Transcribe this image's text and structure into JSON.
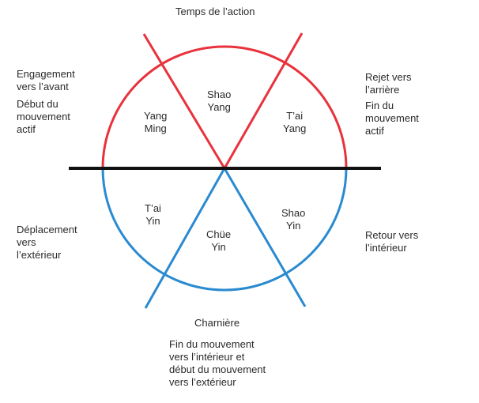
{
  "colors": {
    "yang": "#e8323c",
    "yin": "#2a8ad0",
    "axis": "#111111",
    "text": "#2a2a2a"
  },
  "title": "Temps de l’action",
  "sectors": {
    "yang_ming": [
      "Yang",
      "Ming"
    ],
    "shao_yang": [
      "Shao",
      "Yang"
    ],
    "tai_yang": [
      "T’ai",
      "Yang"
    ],
    "tai_yin": [
      "T’ai",
      "Yin"
    ],
    "chue_yin": [
      "Chüe",
      "Yin"
    ],
    "shao_yin": [
      "Shao",
      "Yin"
    ]
  },
  "notes": {
    "engagement": [
      "Engagement",
      "vers l’avant"
    ],
    "debut_actif": [
      "Début du",
      "mouvement",
      "actif"
    ],
    "rejet": [
      "Rejet vers",
      "l’arrière"
    ],
    "fin_actif": [
      "Fin du",
      "mouvement",
      "actif"
    ],
    "deplacement": [
      "Déplacement",
      "vers",
      "l’extérieur"
    ],
    "retour": [
      "Retour vers",
      "l’intérieur"
    ],
    "charniere": "Charnière",
    "fin_interieur": [
      "Fin du mouvement",
      "vers l’intérieur et",
      "début du mouvement",
      "vers l’extérieur"
    ]
  }
}
